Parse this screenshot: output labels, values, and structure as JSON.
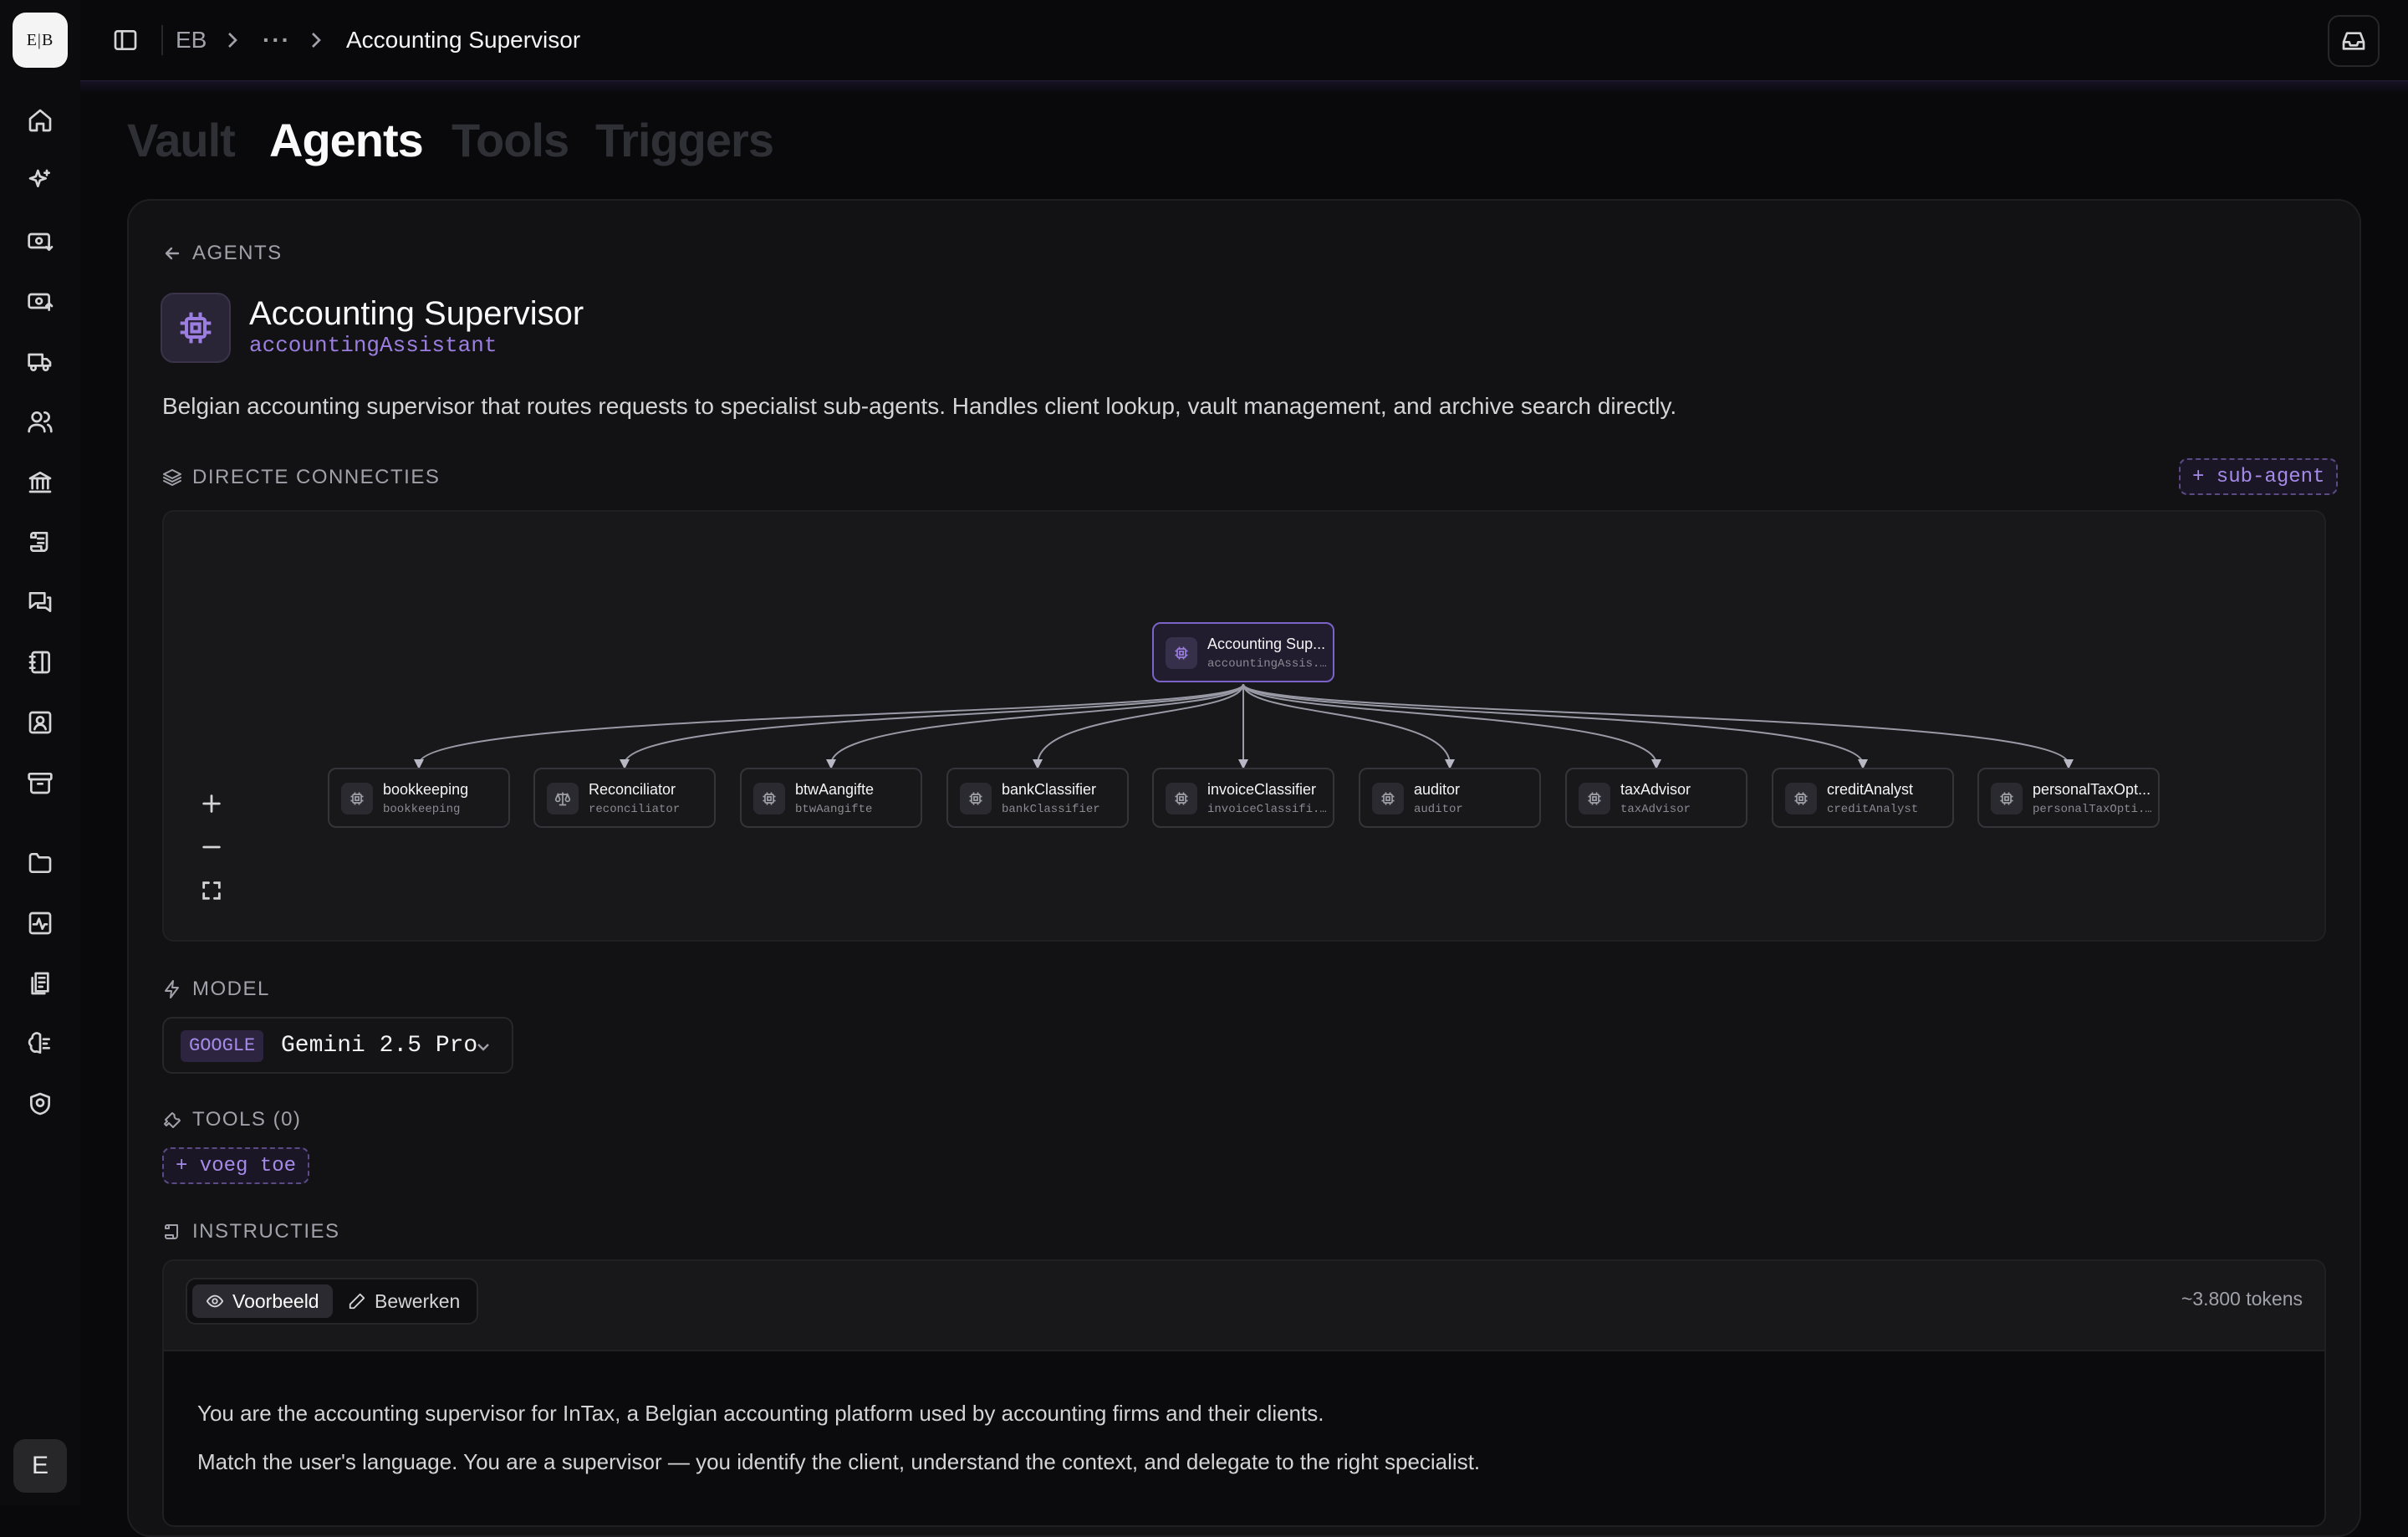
{
  "sidebar": {
    "logo_text": "E|B",
    "nav_icons": [
      "home-icon",
      "sparkles-icon",
      "receipt-in-icon",
      "receipt-out-icon",
      "truck-icon",
      "users-icon",
      "bank-icon",
      "scroll-icon",
      "chat-icon",
      "notebook-icon",
      "contact-icon",
      "archive-icon",
      "folder-icon",
      "activity-icon",
      "documents-icon",
      "brain-icon",
      "shield-icon"
    ],
    "user_initial": "E"
  },
  "topbar": {
    "breadcrumb": {
      "root": "EB",
      "ellipsis": "···",
      "current": "Accounting Supervisor"
    }
  },
  "tabs": [
    {
      "label": "Vault",
      "active": false
    },
    {
      "label": "Agents",
      "active": true
    },
    {
      "label": "Tools",
      "active": false
    },
    {
      "label": "Triggers",
      "active": false
    }
  ],
  "agent": {
    "back_label": "AGENTS",
    "title": "Accounting Supervisor",
    "slug": "accountingAssistant",
    "description": "Belgian accounting supervisor that routes requests to specialist sub-agents. Handles client lookup, vault management, and archive search directly."
  },
  "connections": {
    "heading": "DIRECTE CONNECTIES",
    "add_label": "+ sub-agent",
    "root": {
      "label": "Accounting Sup...",
      "slug": "accountingAssis..."
    },
    "children": [
      {
        "label": "bookkeeping",
        "slug": "bookkeeping",
        "icon": "chip-icon"
      },
      {
        "label": "Reconciliator",
        "slug": "reconciliator",
        "icon": "scale-icon"
      },
      {
        "label": "btwAangifte",
        "slug": "btwAangifte",
        "icon": "chip-icon"
      },
      {
        "label": "bankClassifier",
        "slug": "bankClassifier",
        "icon": "chip-icon"
      },
      {
        "label": "invoiceClassifier",
        "slug": "invoiceClassifi...",
        "icon": "chip-icon"
      },
      {
        "label": "auditor",
        "slug": "auditor",
        "icon": "chip-icon"
      },
      {
        "label": "taxAdvisor",
        "slug": "taxAdvisor",
        "icon": "chip-icon"
      },
      {
        "label": "creditAnalyst",
        "slug": "creditAnalyst",
        "icon": "chip-icon"
      },
      {
        "label": "personalTaxOpt...",
        "slug": "personalTaxOpti...",
        "icon": "chip-icon"
      }
    ]
  },
  "model": {
    "heading": "MODEL",
    "provider": "GOOGLE",
    "name": "Gemini 2.5 Pro"
  },
  "tools": {
    "heading": "TOOLS (0)",
    "add_label": "+ voeg toe"
  },
  "instructions": {
    "heading": "INSTRUCTIES",
    "preview_label": "Voorbeeld",
    "edit_label": "Bewerken",
    "tokens": "~3.800 tokens",
    "paragraphs": [
      "You are the accounting supervisor for InTax, a Belgian accounting platform used by accounting firms and their clients.",
      "Match the user's language. You are a supervisor — you identify the client, understand the context, and delegate to the right specialist."
    ]
  },
  "colors": {
    "background": "#09090b",
    "card": "#121214",
    "accent": "#9b7ee0",
    "accent_soft": "#2d2540"
  }
}
